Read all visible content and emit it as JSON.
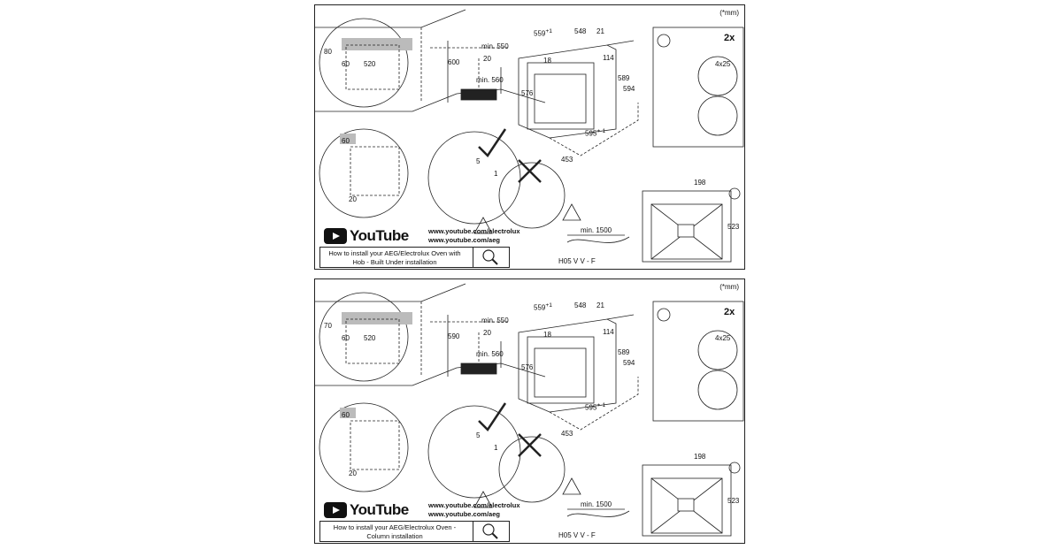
{
  "panels": [
    {
      "id": "hob",
      "unit_note": "(*mm)",
      "youtube_word": "YouTube",
      "links": [
        "www.youtube.com/electrolux",
        "www.youtube.com/aeg"
      ],
      "howto": "How to install your AEG/Electrolux Oven with Hob - Built Under installation",
      "cabinet": {
        "d80": "80",
        "d60": "60",
        "d520": "520",
        "d600": "600",
        "min550": "min. 550",
        "d20": "20",
        "min560": "min. 560",
        "vent60": "60",
        "vent20": "20"
      },
      "oven": {
        "w559": "559",
        "w559_sup": "+1",
        "w548": "548",
        "w21": "21",
        "h18": "18",
        "h114": "114",
        "h576": "576",
        "h589": "589",
        "h594": "594",
        "w595": "595",
        "w595_sup": "+-1",
        "d453": "453"
      },
      "detail": {
        "d5": "5",
        "d1": "1"
      },
      "screws": {
        "count": "2x",
        "size": "4x25"
      },
      "hob_top": {
        "w198": "198",
        "h523": "523"
      },
      "cable": {
        "min": "min. 1500",
        "type": "H05 V V - F"
      }
    },
    {
      "id": "column",
      "unit_note": "(*mm)",
      "youtube_word": "YouTube",
      "links": [
        "www.youtube.com/electrolux",
        "www.youtube.com/aeg"
      ],
      "howto": "How to install your AEG/Electrolux Oven - Column installation",
      "cabinet": {
        "d80": "70",
        "d60": "60",
        "d520": "520",
        "d600": "590",
        "min550": "min. 550",
        "d20": "20",
        "min560": "min. 560",
        "vent60": "60",
        "vent20": "20"
      },
      "oven": {
        "w559": "559",
        "w559_sup": "+1",
        "w548": "548",
        "w21": "21",
        "h18": "18",
        "h114": "114",
        "h576": "576",
        "h589": "589",
        "h594": "594",
        "w595": "595",
        "w595_sup": "+-1",
        "d453": "453"
      },
      "detail": {
        "d5": "5",
        "d1": "1"
      },
      "screws": {
        "count": "2x",
        "size": "4x25"
      },
      "hob_top": {
        "w198": "198",
        "h523": "523"
      },
      "cable": {
        "min": "min. 1500",
        "type": "H05 V V - F"
      }
    }
  ]
}
